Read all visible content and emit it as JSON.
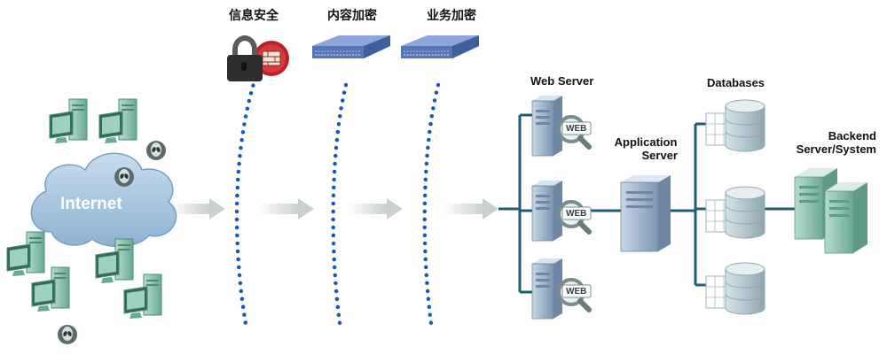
{
  "labels": {
    "security": "信息安全",
    "content_encryption": "内容加密",
    "business_encryption": "业务加密",
    "internet": "Internet",
    "web_server": "Web Server",
    "application_server_line1": "Application",
    "application_server_line2": "Server",
    "databases": "Databases",
    "backend_line1": "Backend",
    "backend_line2": "Server/System",
    "web_badge": "WEB"
  },
  "colors": {
    "cloud": "#a9c7e2",
    "dotted_line": "#1a56b8",
    "connector": "#1c5e74",
    "arrow": "#cfd6d2",
    "appliance": "#5c7fc0",
    "server_teal": "#86c2ad",
    "server_blue": "#93a9c2",
    "database": "#a8bcc4"
  },
  "icons": {
    "security": "lock-firewall-icon",
    "appliance": "network-appliance-icon",
    "threat": "alien-threat-icon",
    "web_server": "web-server-icon",
    "app_server": "application-server-icon",
    "database": "database-icon",
    "backend": "backend-server-icon",
    "client": "client-computer-icon"
  }
}
